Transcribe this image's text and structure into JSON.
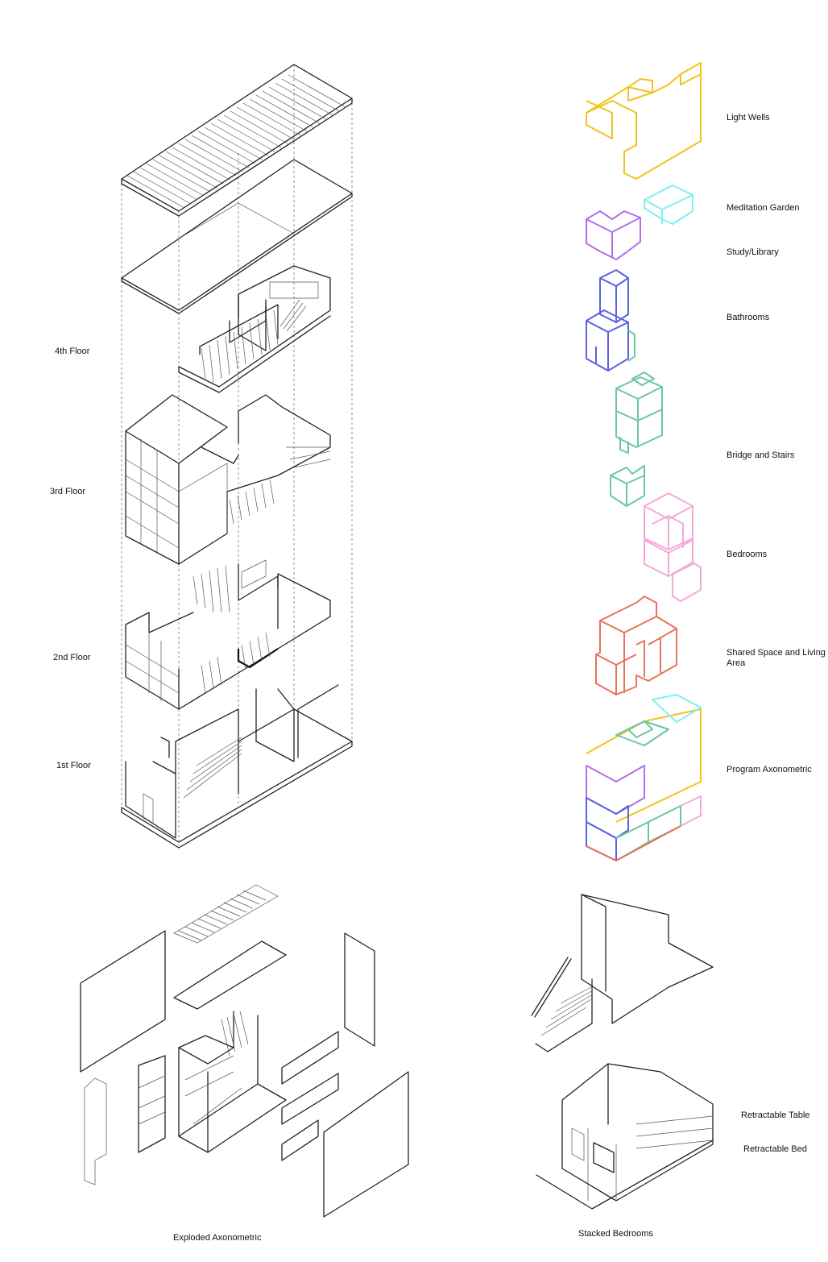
{
  "floor_labels": [
    "4th Floor",
    "3rd Floor",
    "2nd Floor",
    "1st Floor"
  ],
  "program_labels": {
    "light_wells": "Light Wells",
    "meditation_garden": "Meditation Garden",
    "study_library": "Study/Library",
    "bathrooms": "Bathrooms",
    "bridge_stairs": "Bridge and Stairs",
    "bedrooms": "Bedrooms",
    "shared_space": "Shared Space and Living Area",
    "program_axo": "Program Axonometric"
  },
  "captions": {
    "exploded": "Exploded Axonometric",
    "stacked": "Stacked Bedrooms"
  },
  "bedroom_labels": {
    "table": "Retractable Table",
    "bed": "Retractable Bed"
  },
  "program_colors": {
    "light_wells": "#f2c21b",
    "meditation_garden": "#7ff0f0",
    "study_library": "#b36ee8",
    "bathrooms": "#5a62e0",
    "bridge_stairs": "#6cc7a0",
    "bedrooms": "#f2a9d8",
    "shared_space": "#e8735c"
  }
}
